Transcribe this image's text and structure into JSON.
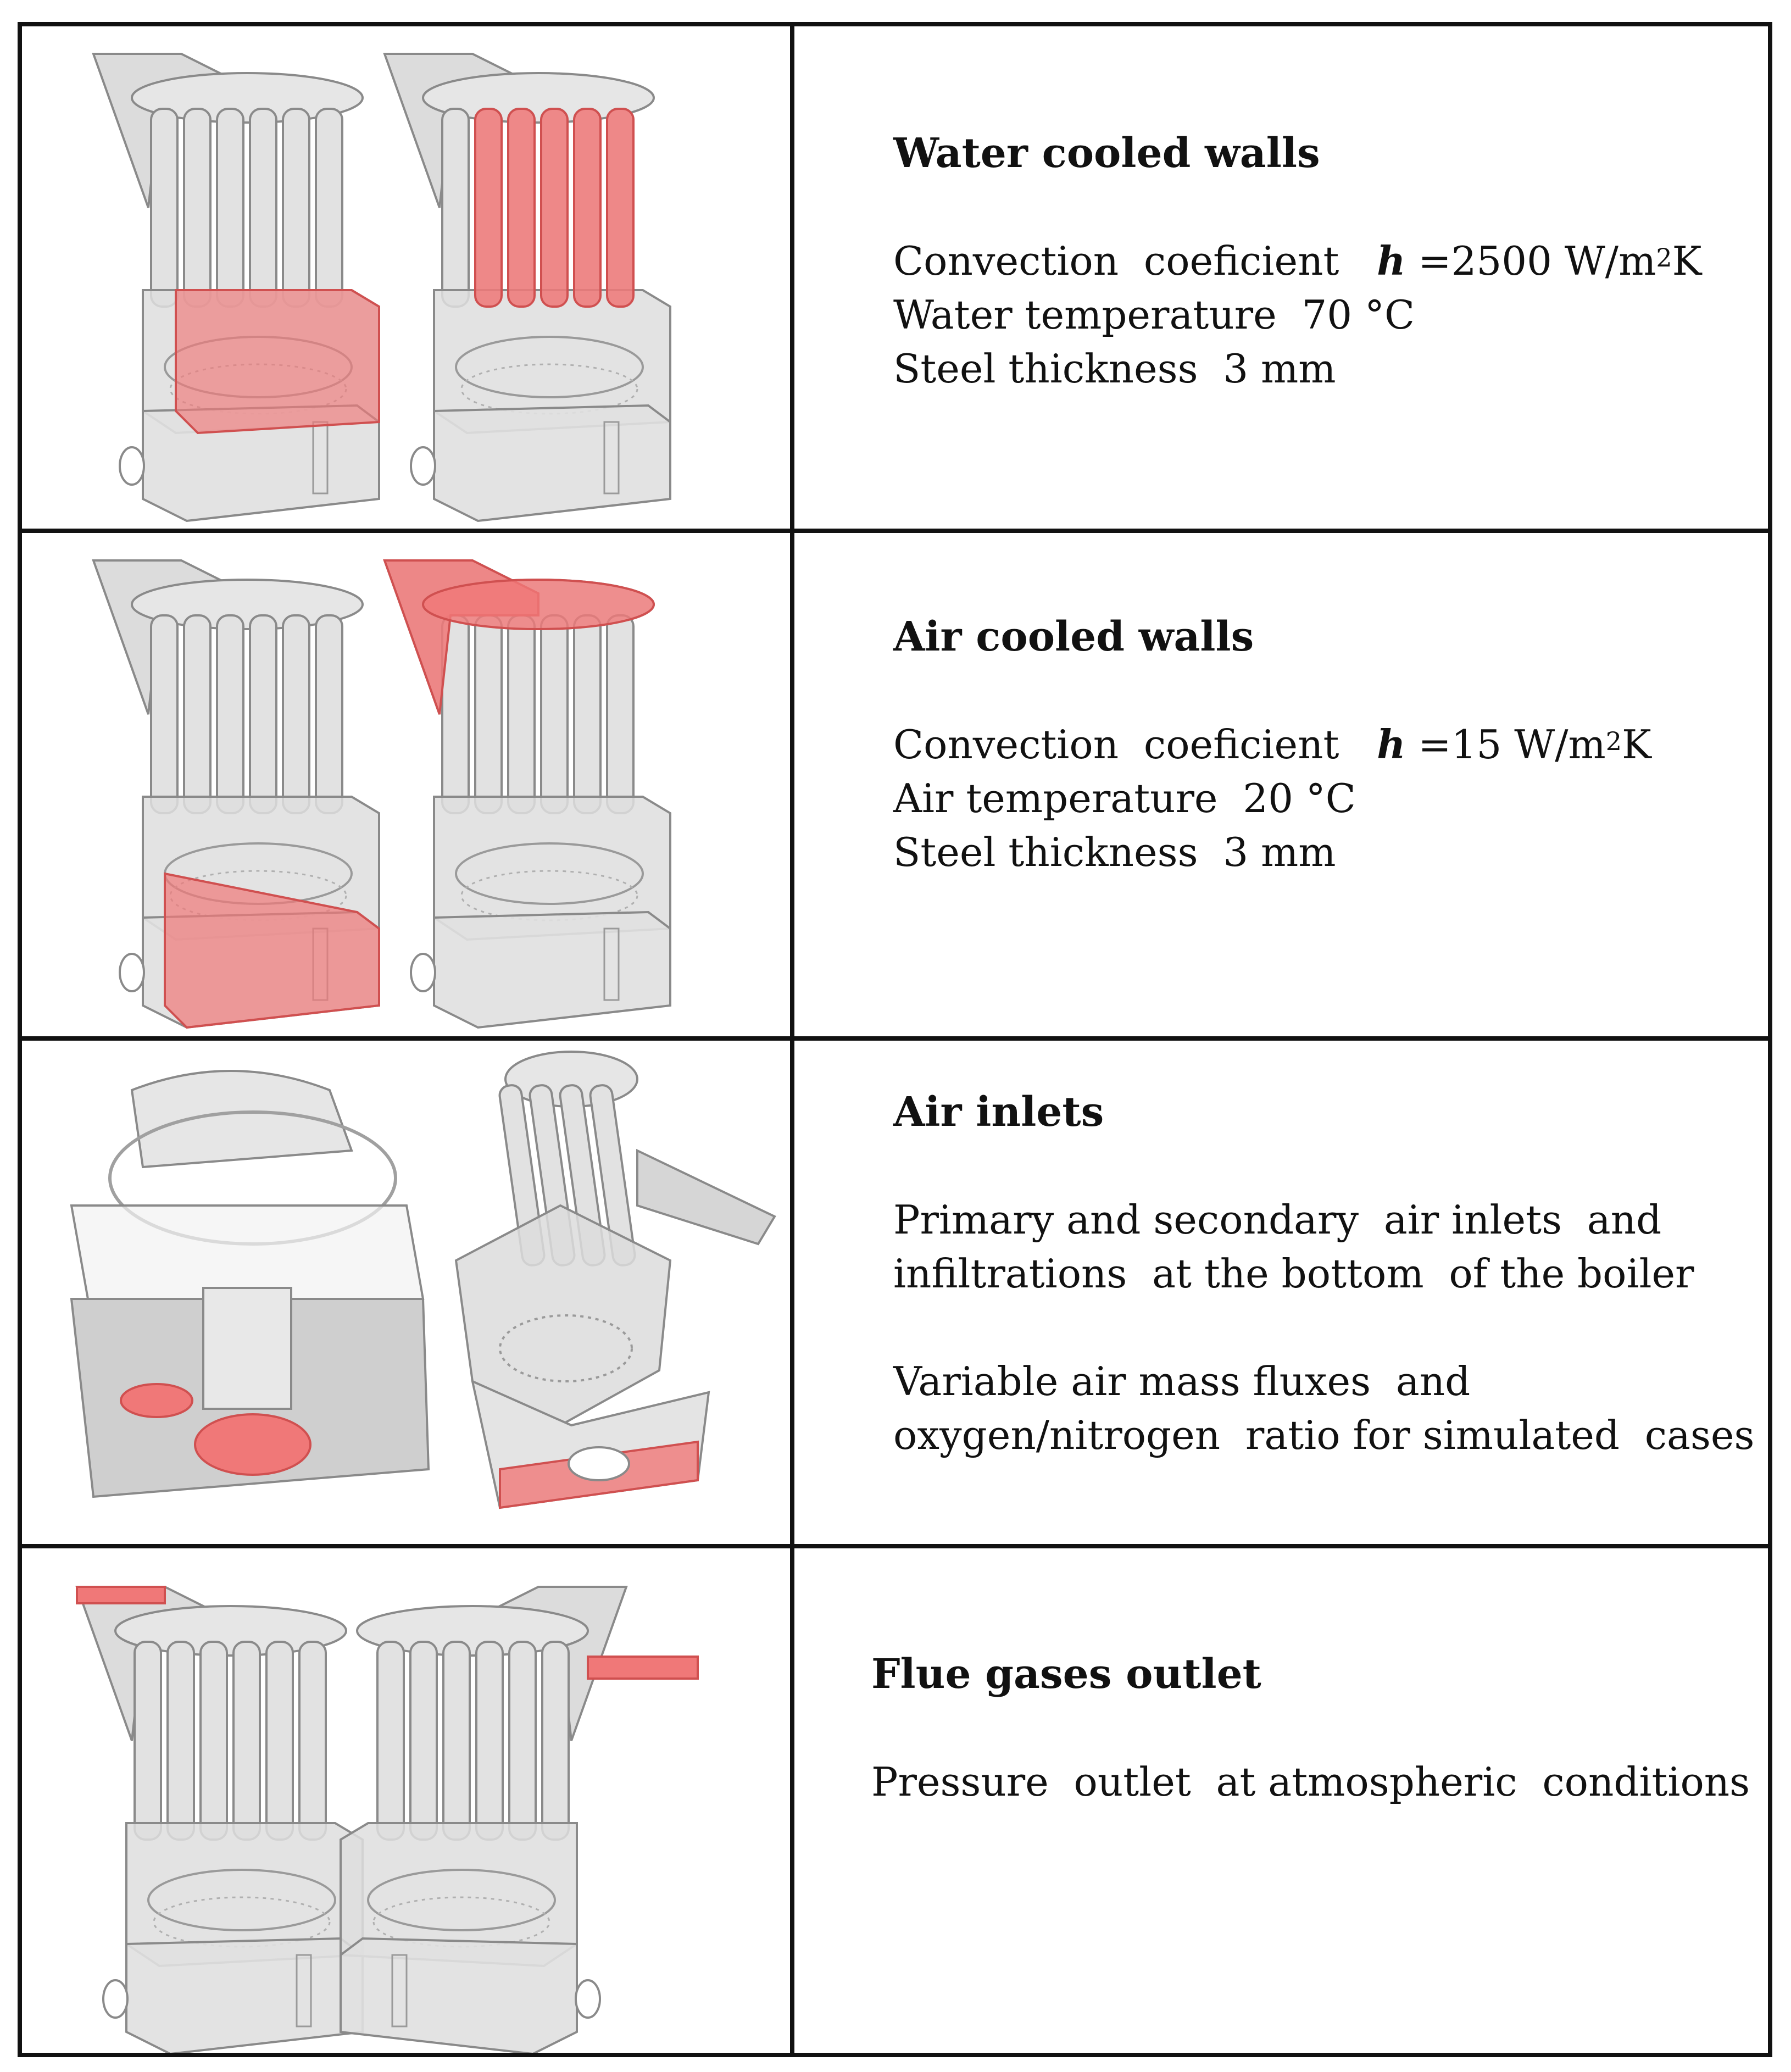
{
  "rows": [
    {
      "title": "Water cooled walls",
      "lines": [
        {
          "pre": "Convection  coeficient   ",
          "var": "h",
          "mid": " =2500 W/m",
          "sup": "2",
          "post": "K"
        },
        {
          "pre": "Water temperature  70 °C"
        },
        {
          "pre": "Steel thickness  3 mm"
        }
      ],
      "extra_lines": []
    },
    {
      "title": "Air cooled walls",
      "lines": [
        {
          "pre": "Convection  coeficient   ",
          "var": "h",
          "mid": " =15 W/m",
          "sup": "2",
          "post": "K"
        },
        {
          "pre": "Air temperature  20 °C"
        },
        {
          "pre": "Steel thickness  3 mm"
        }
      ],
      "extra_lines": []
    },
    {
      "title": "Air inlets",
      "lines": [
        {
          "pre": "Primary and secondary  air inlets  and"
        },
        {
          "pre": "infiltrations  at the bottom  of the boiler"
        }
      ],
      "extra_lines": [
        {
          "pre": "Variable air mass fluxes  and"
        },
        {
          "pre": "oxygen/nitrogen  ratio for simulated  cases"
        }
      ]
    },
    {
      "title": "Flue gases outlet",
      "lines": [
        {
          "pre": "Pressure  outlet  at atmospheric  conditions"
        }
      ],
      "extra_lines": []
    }
  ],
  "colors": {
    "highlight": "#f07878",
    "body": "#d9d9d9",
    "outline": "#8a8a8a",
    "border": "#111111"
  }
}
